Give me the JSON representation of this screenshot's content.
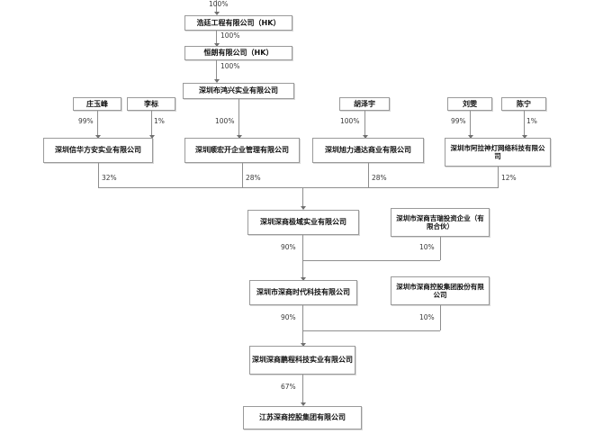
{
  "chart_data": {
    "type": "diagram",
    "title": "",
    "nodes": [
      {
        "id": "n_haoting",
        "label": "浩廷工程有限公司（HK）"
      },
      {
        "id": "n_henglang",
        "label": "恒朗有限公司（HK）"
      },
      {
        "id": "n_buhongxing",
        "label": "深圳布鸿兴实业有限公司"
      },
      {
        "id": "p_zhuangyufeng",
        "label": "庄玉峰"
      },
      {
        "id": "p_libiao",
        "label": "李标"
      },
      {
        "id": "p_huzeyu",
        "label": "胡泽宇"
      },
      {
        "id": "p_liuwen",
        "label": "刘雯"
      },
      {
        "id": "p_chenning",
        "label": "陈宁"
      },
      {
        "id": "n_xinhuafangan",
        "label": "深圳信华方安实业有限公司"
      },
      {
        "id": "n_shunhongkai",
        "label": "深圳顺宏开企业管理有限公司"
      },
      {
        "id": "n_xulitongda",
        "label": "深圳旭力通达商业有限公司"
      },
      {
        "id": "n_alashendeng",
        "label": "深圳市阿拉神灯网络科技有限公司"
      },
      {
        "id": "n_jiyu",
        "label": "深圳深商极域实业有限公司"
      },
      {
        "id": "n_jirui",
        "label": "深圳市深商吉瑞投资企业（有限合伙）"
      },
      {
        "id": "n_shidai",
        "label": "深圳市深商时代科技有限公司"
      },
      {
        "id": "n_konggu_group",
        "label": "深圳市深商控股集团股份有限公司"
      },
      {
        "id": "n_pengcheng",
        "label": "深圳深商鹏程科技实业有限公司"
      },
      {
        "id": "n_jiangsu",
        "label": "江苏深商控股集团有限公司"
      }
    ],
    "edges": [
      {
        "from": "top",
        "to": "n_haoting",
        "label": "100%"
      },
      {
        "from": "n_haoting",
        "to": "n_henglang",
        "label": "100%"
      },
      {
        "from": "n_henglang",
        "to": "n_buhongxing",
        "label": "100%"
      },
      {
        "from": "p_zhuangyufeng",
        "to": "n_xinhuafangan",
        "label": "99%"
      },
      {
        "from": "p_libiao",
        "to": "n_xinhuafangan",
        "label": "1%"
      },
      {
        "from": "n_buhongxing",
        "to": "n_shunhongkai",
        "label": "100%"
      },
      {
        "from": "p_huzeyu",
        "to": "n_xulitongda",
        "label": "100%"
      },
      {
        "from": "p_liuwen",
        "to": "n_alashendeng",
        "label": "99%"
      },
      {
        "from": "p_chenning",
        "to": "n_alashendeng",
        "label": "1%"
      },
      {
        "from": "n_xinhuafangan",
        "to": "n_jiyu",
        "label": "32%"
      },
      {
        "from": "n_shunhongkai",
        "to": "n_jiyu",
        "label": "28%"
      },
      {
        "from": "n_xulitongda",
        "to": "n_jiyu",
        "label": "28%"
      },
      {
        "from": "n_alashendeng",
        "to": "n_jiyu",
        "label": "12%"
      },
      {
        "from": "n_jiyu",
        "to": "n_shidai",
        "label": "90%"
      },
      {
        "from": "n_jirui",
        "to": "n_shidai",
        "label": "10%"
      },
      {
        "from": "n_shidai",
        "to": "n_pengcheng",
        "label": "90%"
      },
      {
        "from": "n_konggu_group",
        "to": "n_pengcheng",
        "label": "10%"
      },
      {
        "from": "n_pengcheng",
        "to": "n_jiangsu",
        "label": "67%"
      }
    ]
  },
  "labels": {
    "top_pct": "100%",
    "pct_100_a": "100%",
    "pct_100_b": "100%",
    "pct_99_left": "99%",
    "pct_1_left": "1%",
    "pct_100_mid": "100%",
    "pct_100_right": "100%",
    "pct_99_right": "99%",
    "pct_1_right": "1%",
    "pct_32": "32%",
    "pct_28_a": "28%",
    "pct_28_b": "28%",
    "pct_12": "12%",
    "pct_90_a": "90%",
    "pct_10_a": "10%",
    "pct_90_b": "90%",
    "pct_10_b": "10%",
    "pct_67": "67%"
  },
  "nodes": {
    "haoting": "浩廷工程有限公司（HK）",
    "henglang": "恒朗有限公司（HK）",
    "buhongxing": "深圳布鸿兴实业有限公司",
    "zhuangyufeng": "庄玉峰",
    "libiao": "李标",
    "huzeyu": "胡泽宇",
    "liuwen": "刘雯",
    "chenning": "陈宁",
    "xinhuafangan": "深圳信华方安实业有限公司",
    "shunhongkai": "深圳顺宏开企业管理有限公司",
    "xulitongda": "深圳旭力通达商业有限公司",
    "alashendeng": "深圳市阿拉神灯网络科技有限公司",
    "jiyu": "深圳深商极域实业有限公司",
    "jirui": "深圳市深商吉瑞投资企业（有限合伙）",
    "shidai": "深圳市深商时代科技有限公司",
    "konggu_group": "深圳市深商控股集团股份有限公司",
    "pengcheng": "深圳深商鹏程科技实业有限公司",
    "jiangsu": "江苏深商控股集团有限公司"
  }
}
